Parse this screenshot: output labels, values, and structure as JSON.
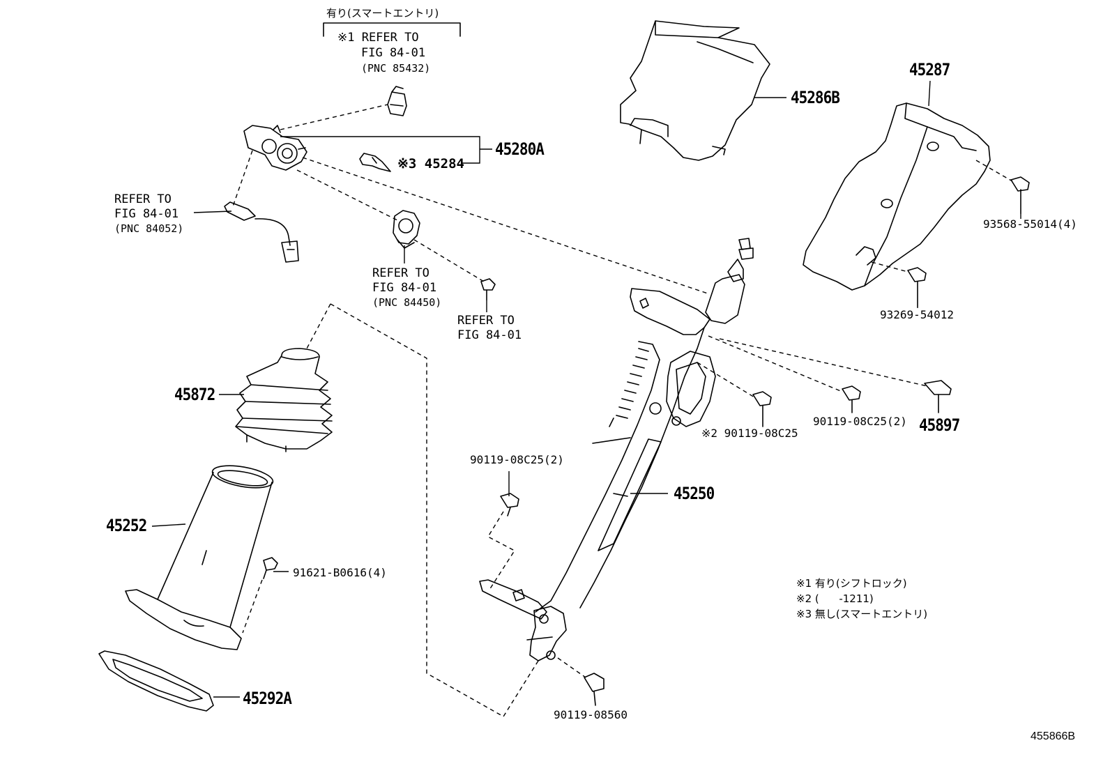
{
  "header_jp": "有り(スマートエントリ)",
  "refs": {
    "r1": [
      "※1 REFER TO",
      "FIG 84-01",
      "(PNC 85432)"
    ],
    "r2": [
      "REFER TO",
      "FIG 84-01",
      "(PNC 84052)"
    ],
    "r3": [
      "REFER TO",
      "FIG 84-01",
      "(PNC 84450)"
    ],
    "r4": [
      "REFER TO",
      "FIG 84-01"
    ]
  },
  "parts": {
    "p45280A": "45280A",
    "p45284": "※3 45284",
    "p45286B": "45286B",
    "p45287": "45287",
    "p93568": "93568-55014(4)",
    "p93269": "93269-54012",
    "p45872": "45872",
    "p45252": "45252",
    "p91621": "91621-B0616(4)",
    "p45292A": "45292A",
    "p90119a": "※2 90119-08C25",
    "p90119b": "90119-08C25(2)",
    "p45897": "45897",
    "p90119c": "90119-08C25(2)",
    "p45250": "45250",
    "p90119d": "90119-08560"
  },
  "notes": [
    "※1 有り(シフトロック)",
    "※2 (      -1211)",
    "※3 無し(スマートエントリ)"
  ],
  "figure_code": "455866B"
}
